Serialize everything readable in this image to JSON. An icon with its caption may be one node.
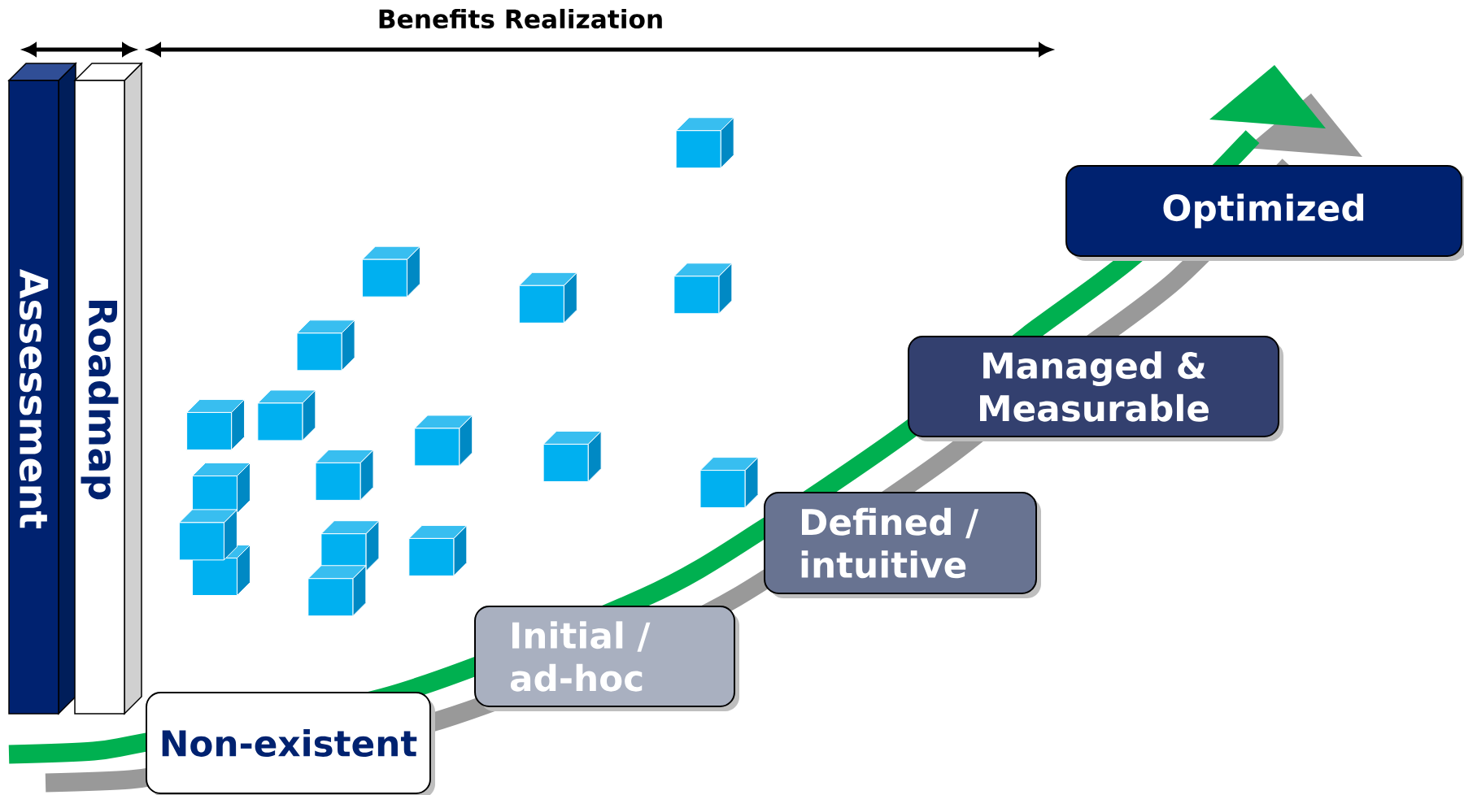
{
  "diagram": {
    "nodes": [
      {
        "text": [
          "Assessment"
        ]
      },
      {
        "text": [
          "Roadmap"
        ]
      },
      {
        "text": [
          "Non-existent"
        ]
      },
      {
        "text": [
          "Initial / ad-hoc"
        ]
      },
      {
        "text": [
          "Defined / intuitive"
        ]
      },
      {
        "text": [
          "Managed & Measurable"
        ]
      },
      {
        "text": [
          "Optimized"
        ]
      }
    ],
    "labels": [
      "Benefits Realization"
    ]
  }
}
